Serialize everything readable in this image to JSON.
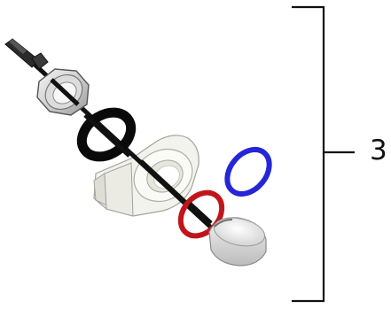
{
  "callout": {
    "label": "3"
  },
  "components": [
    {
      "name": "sensor-probe-cable"
    },
    {
      "name": "hex-nut"
    },
    {
      "name": "black-o-ring"
    },
    {
      "name": "mounting-bracket"
    },
    {
      "name": "blue-o-ring"
    },
    {
      "name": "red-o-ring"
    },
    {
      "name": "end-cap"
    }
  ],
  "colors": {
    "black_ring": "#0a0a0a",
    "blue_ring": "#2626d8",
    "red_ring": "#c0161b",
    "metal_light": "#e8e8e8",
    "metal_mid": "#bdbdbd",
    "metal_dark": "#8a8a8a",
    "bracket_fill": "#f2f2ec",
    "bracket_edge": "#9a9a92",
    "cable": "#111111",
    "bracket_line": "#111111"
  }
}
